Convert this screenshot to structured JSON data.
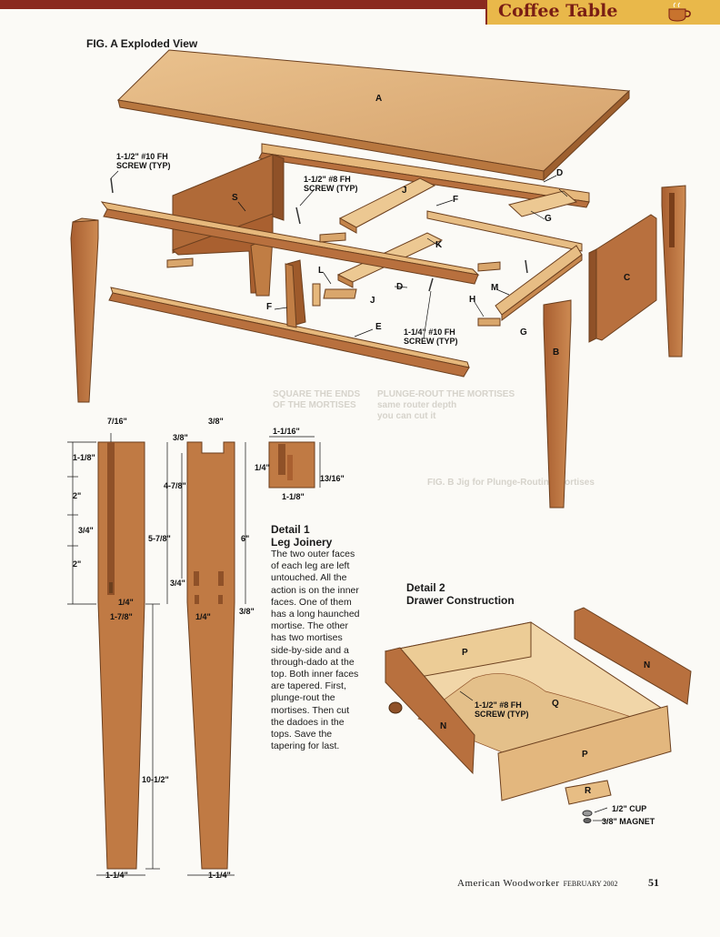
{
  "header": {
    "title": "Coffee Table"
  },
  "fig_a": {
    "title": "FIG. A Exploded View",
    "parts": {
      "A": "A",
      "B": "B",
      "C": "C",
      "D": "D",
      "D2": "D",
      "E": "E",
      "F": "F",
      "F2": "F",
      "G": "G",
      "G2": "G",
      "H": "H",
      "J": "J",
      "J2": "J",
      "K": "K",
      "L": "L",
      "M": "M",
      "S": "S"
    },
    "callouts": {
      "screw_left": "1-1/2\" #10 FH\nSCREW (TYP)",
      "screw_mid": "1-1/2\" #8 FH\nSCREW (TYP)",
      "screw_bottom": "1-1/4\" #10 FH\nSCREW (TYP)"
    }
  },
  "detail1": {
    "title": "Detail 1\nLeg Joinery",
    "text": "The two outer faces of each leg are left untouched. All the action is on the inner faces. One of them has a long haunched mortise. The other has two mortises side-by-side and a through-dado at the top. Both inner faces are tapered. First, plunge-rout the mortises. Then cut the dadoes in the tops. Save the tapering for last.",
    "dims": {
      "d7_16": "7/16\"",
      "d1_1_8": "1-1/8\"",
      "d2a": "2\"",
      "d3_4a": "3/4\"",
      "d2b": "2\"",
      "d5_7_8": "5-7/8\"",
      "d1_4a": "1/4\"",
      "d1_7_8": "1-7/8\"",
      "d10_1_2": "10-1/2\"",
      "d1_1_4a": "1-1/4\"",
      "d3_8a": "3/8\"",
      "d3_8b": "3/8\"",
      "d4_7_8": "4-7/8\"",
      "d6": "6\"",
      "d3_4b": "3/4\"",
      "d1_4b": "1/4\"",
      "d3_8c": "3/8\"",
      "d1_1_4b": "1-1/4\"",
      "d1_1_16": "1-1/16\"",
      "d1_4c": "1/4\"",
      "d13_16": "13/16\"",
      "d1_1_8b": "1-1/8\""
    }
  },
  "detail2": {
    "title": "Detail 2\nDrawer Construction",
    "parts": {
      "P1": "P",
      "P2": "P",
      "N1": "N",
      "N2": "N",
      "Q": "Q",
      "R": "R"
    },
    "callouts": {
      "screw": "1-1/2\" #8 FH\nSCREW (TYP)",
      "cup": "1/2\" CUP",
      "magnet": "3/8\" MAGNET"
    }
  },
  "footer": {
    "magazine": "American Woodworker",
    "month": "FEBRUARY 2002",
    "page": "51"
  },
  "colors": {
    "wood_dark": "#b8703e",
    "wood_light": "#e8c088",
    "wood_mid": "#d49a5c",
    "brand_red": "#8a2a1f",
    "tab_gold": "#e9b84a"
  }
}
